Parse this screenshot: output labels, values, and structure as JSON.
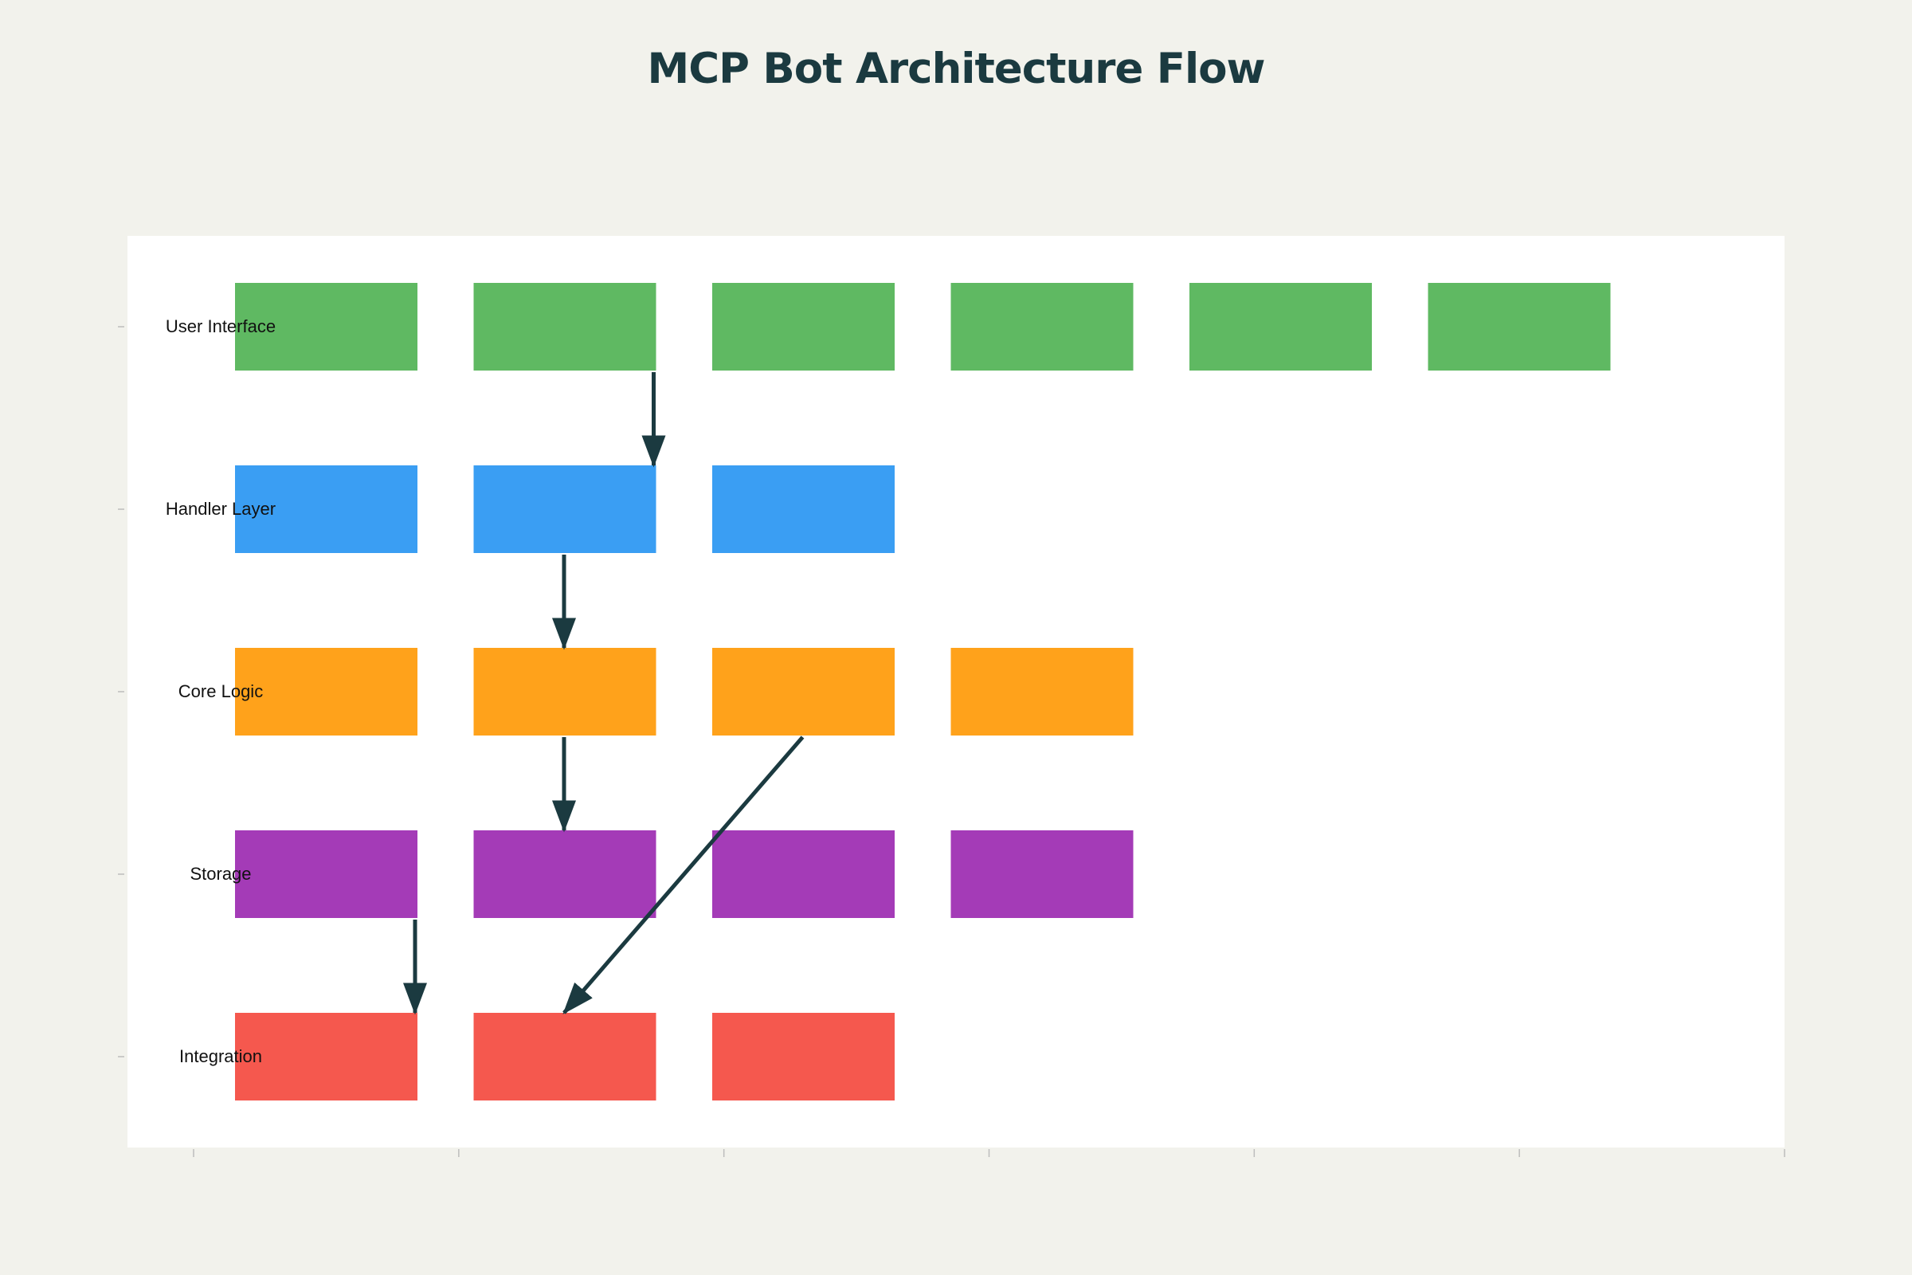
{
  "title": "MCP Bot Architecture Flow",
  "colors": {
    "background": "#f2f2ec",
    "plot_background": "#ffffff",
    "title": "#1b3a40",
    "arrow": "#1b3a40",
    "axis_tick": "#bdbdbd"
  },
  "layers": [
    {
      "label": "User Interface",
      "color": "#5fb962",
      "box_count": 6
    },
    {
      "label": "Handler Layer",
      "color": "#3a9ef3",
      "box_count": 3
    },
    {
      "label": "Core Logic",
      "color": "#ffa21b",
      "box_count": 4
    },
    {
      "label": "Storage",
      "color": "#a43bb7",
      "box_count": 4
    },
    {
      "label": "Integration",
      "color": "#f5584e",
      "box_count": 3
    }
  ],
  "x_tick_count": 7,
  "connections": [
    {
      "from_layer": 0,
      "from_box": 1,
      "to_layer": 1,
      "to_box": 1,
      "from_anchor": "right",
      "to_anchor": "right"
    },
    {
      "from_layer": 1,
      "from_box": 1,
      "to_layer": 2,
      "to_box": 1,
      "from_anchor": "center",
      "to_anchor": "center"
    },
    {
      "from_layer": 2,
      "from_box": 1,
      "to_layer": 3,
      "to_box": 1,
      "from_anchor": "center",
      "to_anchor": "center"
    },
    {
      "from_layer": 2,
      "from_box": 2,
      "to_layer": 4,
      "to_box": 1,
      "from_anchor": "center",
      "to_anchor": "center"
    },
    {
      "from_layer": 3,
      "from_box": 0,
      "to_layer": 4,
      "to_box": 0,
      "from_anchor": "right",
      "to_anchor": "right"
    }
  ]
}
